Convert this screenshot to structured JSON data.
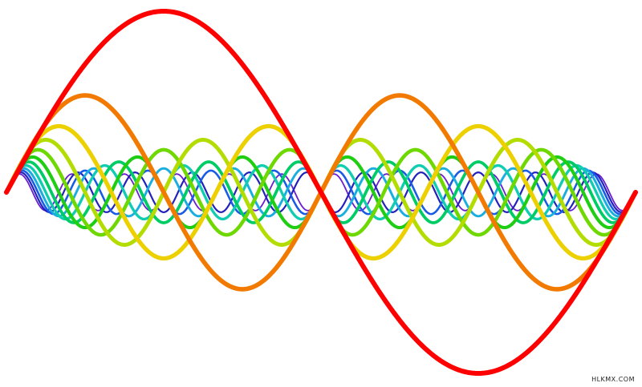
{
  "image": {
    "watermark": "HLKMX.COM",
    "background_color": "#ffffff"
  },
  "waves": [
    {
      "name": "harmonic-1",
      "cycles": 1,
      "amplitude_ratio": 1.0,
      "color": "#ff0000"
    },
    {
      "name": "harmonic-2",
      "cycles": 2,
      "amplitude_ratio": 0.535,
      "color": "#f27a00"
    },
    {
      "name": "harmonic-3",
      "cycles": 3,
      "amplitude_ratio": 0.365,
      "color": "#ecd000"
    },
    {
      "name": "harmonic-4",
      "cycles": 4,
      "amplitude_ratio": 0.29,
      "color": "#b3dd00"
    },
    {
      "name": "harmonic-5",
      "cycles": 5,
      "amplitude_ratio": 0.235,
      "color": "#6ed800"
    },
    {
      "name": "harmonic-6",
      "cycles": 6,
      "amplitude_ratio": 0.195,
      "color": "#1fce12"
    },
    {
      "name": "harmonic-7",
      "cycles": 7,
      "amplitude_ratio": 0.168,
      "color": "#00cc66"
    },
    {
      "name": "harmonic-8",
      "cycles": 8,
      "amplitude_ratio": 0.148,
      "color": "#10ccb0"
    },
    {
      "name": "harmonic-9",
      "cycles": 9,
      "amplitude_ratio": 0.132,
      "color": "#1aaee0"
    },
    {
      "name": "harmonic-10",
      "cycles": 10,
      "amplitude_ratio": 0.12,
      "color": "#1a5be6"
    },
    {
      "name": "harmonic-11",
      "cycles": 11,
      "amplitude_ratio": 0.11,
      "color": "#2222bb"
    },
    {
      "name": "harmonic-12",
      "cycles": 12,
      "amplitude_ratio": 0.101,
      "color": "#6a20d0"
    }
  ]
}
